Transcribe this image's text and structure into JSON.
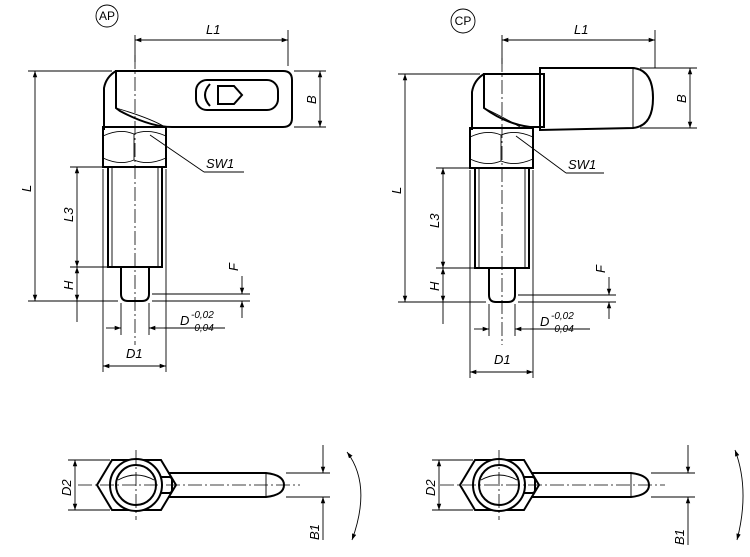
{
  "views": {
    "ap": {
      "tag": "AP",
      "L1": "L1",
      "B": "B",
      "L": "L",
      "L3": "L3",
      "H": "H",
      "F": "F",
      "SW1": "SW1",
      "D": "D",
      "D_upper": "-0,02",
      "D_lower": "-0,04",
      "D1": "D1"
    },
    "cp": {
      "tag": "CP",
      "L1": "L1",
      "B": "B",
      "L": "L",
      "L3": "L3",
      "H": "H",
      "F": "F",
      "SW1": "SW1",
      "D": "D",
      "D_upper": "-0,02",
      "D_lower": "-0,04",
      "D1": "D1"
    },
    "top_left": {
      "D2": "D2",
      "B1": "B1"
    },
    "top_right": {
      "D2": "D2",
      "B1": "B1"
    }
  }
}
